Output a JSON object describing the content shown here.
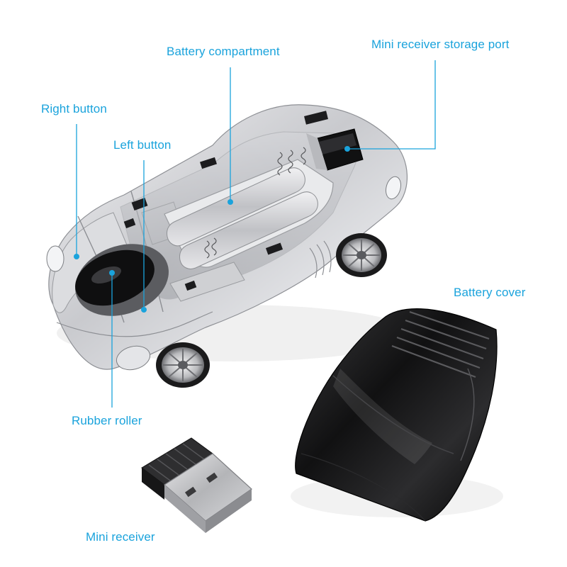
{
  "accent_color": "#1aa3dc",
  "labels": {
    "right_button": "Right button",
    "left_button": "Left button",
    "battery_compartment": "Battery compartment",
    "mini_receiver_storage_port": "Mini receiver storage port",
    "battery_cover": "Battery cover",
    "rubber_roller": "Rubber roller",
    "mini_receiver": "Mini receiver"
  },
  "parts": [
    "car-mouse-body",
    "battery-cover-shell",
    "usb-mini-receiver"
  ]
}
